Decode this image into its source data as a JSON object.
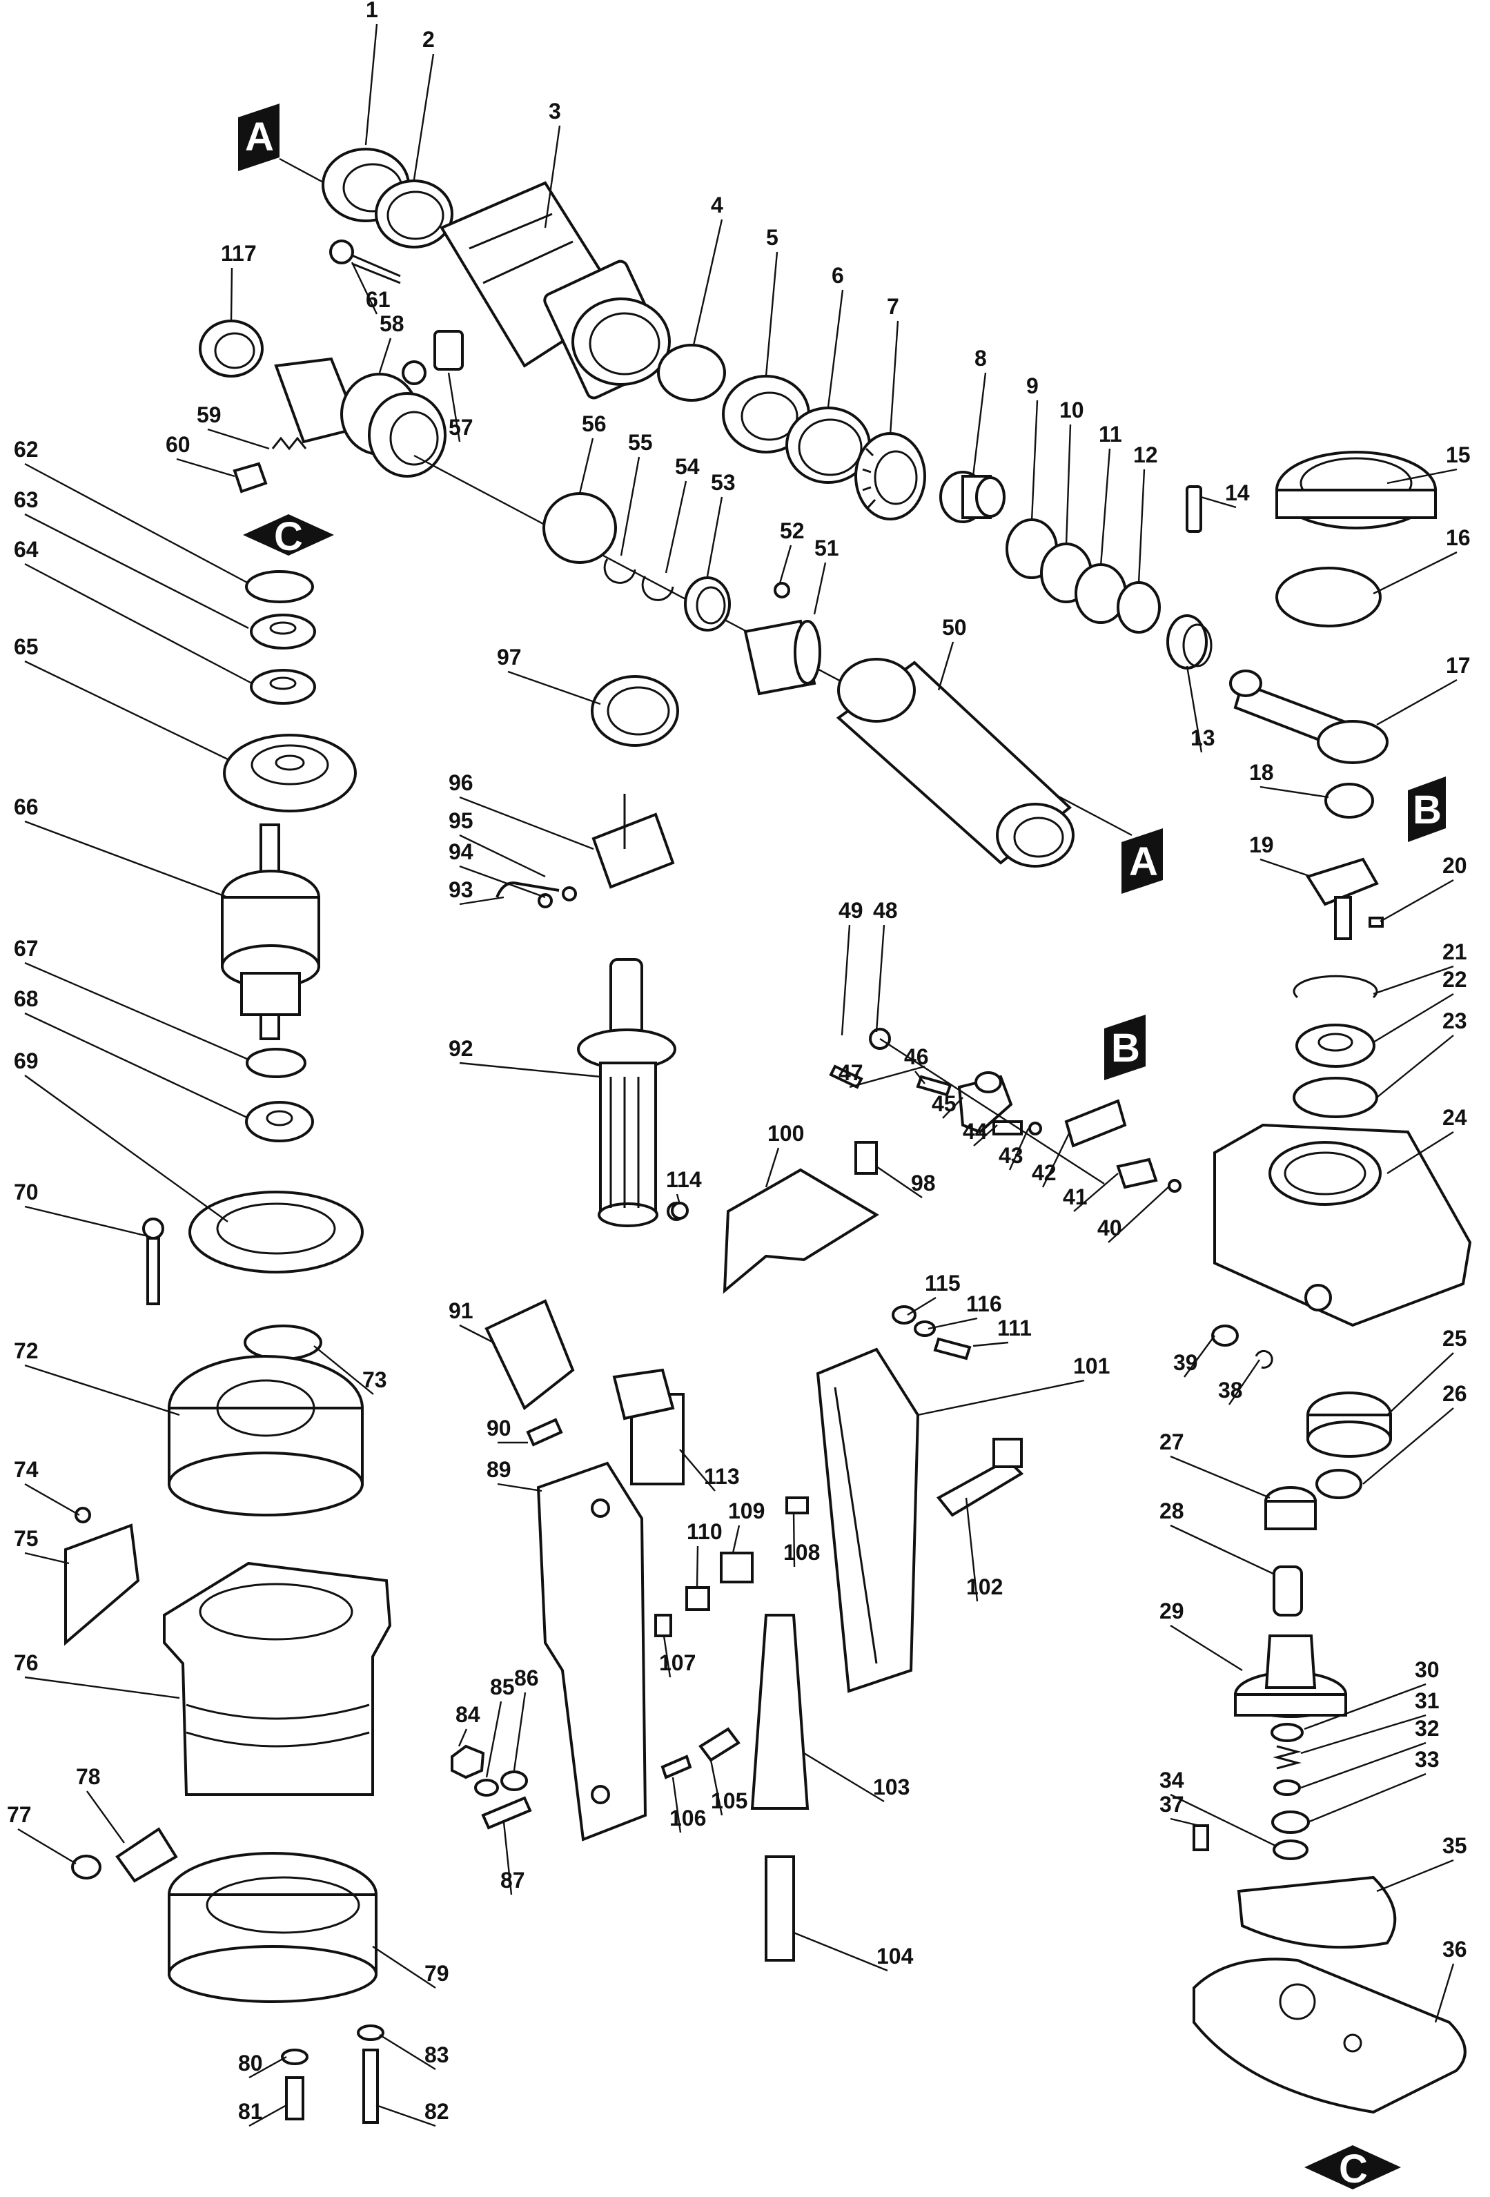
{
  "markers": [
    "A",
    "B",
    "C"
  ],
  "part_numbers": {
    "p1": "1",
    "p2": "2",
    "p3": "3",
    "p4": "4",
    "p5": "5",
    "p6": "6",
    "p7": "7",
    "p8": "8",
    "p9": "9",
    "p10": "10",
    "p11": "11",
    "p12": "12",
    "p13": "13",
    "p14": "14",
    "p15": "15",
    "p16": "16",
    "p17": "17",
    "p18": "18",
    "p19": "19",
    "p20": "20",
    "p21": "21",
    "p22": "22",
    "p23": "23",
    "p24": "24",
    "p25": "25",
    "p26": "26",
    "p27": "27",
    "p28": "28",
    "p29": "29",
    "p30": "30",
    "p31": "31",
    "p32": "32",
    "p33": "33",
    "p34": "34",
    "p35": "35",
    "p36": "36",
    "p37": "37",
    "p38": "38",
    "p39": "39",
    "p40": "40",
    "p41": "41",
    "p42": "42",
    "p43": "43",
    "p44": "44",
    "p45": "45",
    "p46": "46",
    "p47": "47",
    "p48": "48",
    "p49": "49",
    "p50": "50",
    "p51": "51",
    "p52": "52",
    "p53": "53",
    "p54": "54",
    "p55": "55",
    "p56": "56",
    "p57": "57",
    "p58": "58",
    "p59": "59",
    "p60": "60",
    "p61": "61",
    "p62": "62",
    "p63": "63",
    "p64": "64",
    "p65": "65",
    "p66": "66",
    "p67": "67",
    "p68": "68",
    "p69": "69",
    "p70": "70",
    "p72": "72",
    "p73": "73",
    "p74": "74",
    "p75": "75",
    "p76": "76",
    "p77": "77",
    "p78": "78",
    "p79": "79",
    "p80": "80",
    "p81": "81",
    "p82": "82",
    "p83": "83",
    "p84": "84",
    "p85": "85",
    "p86": "86",
    "p87": "87",
    "p89": "89",
    "p90": "90",
    "p91": "91",
    "p92": "92",
    "p93": "93",
    "p94": "94",
    "p95": "95",
    "p96": "96",
    "p97": "97",
    "p98": "98",
    "p100": "100",
    "p101": "101",
    "p102": "102",
    "p103": "103",
    "p104": "104",
    "p105": "105",
    "p106": "106",
    "p107": "107",
    "p108": "108",
    "p109": "109",
    "p110": "110",
    "p111": "111",
    "p113": "113",
    "p114": "114",
    "p115": "115",
    "p116": "116",
    "p117": "117"
  }
}
